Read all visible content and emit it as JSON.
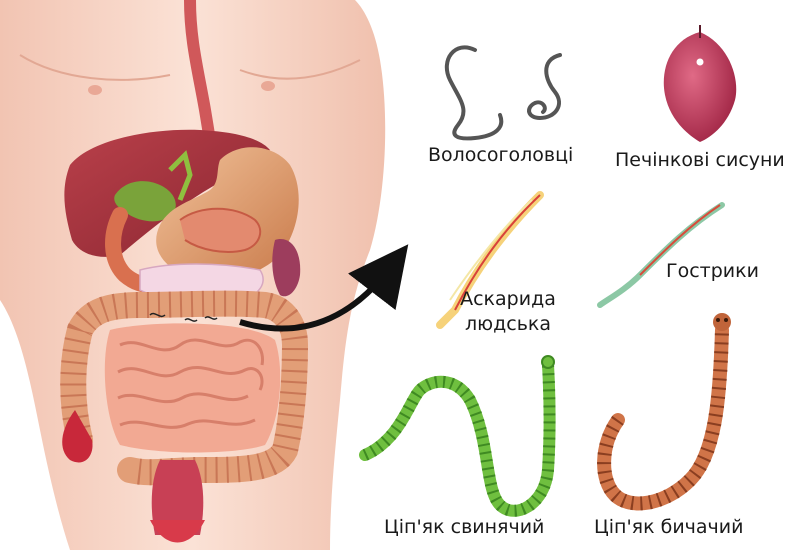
{
  "labels": {
    "whipworm": "Волосоголовці",
    "liver_fluke": "Печінкові сисуни",
    "roundworm_line1": "Аскарида",
    "roundworm_line2": "людська",
    "pinworm": "Гострики",
    "pork_tapeworm": "Ціп'як свинячий",
    "beef_tapeworm": "Ціп'як бичачий"
  },
  "colors": {
    "skin": "#f6d3c3",
    "liver": "#a8363f",
    "stomach": "#d98a5a",
    "small_intestine": "#f0a58f",
    "large_intestine": "#e6a07a",
    "fluke": "#b8334f",
    "pork_tapeworm": "#7cc24a",
    "beef_tapeworm": "#c0643a",
    "arrow": "#111111"
  }
}
